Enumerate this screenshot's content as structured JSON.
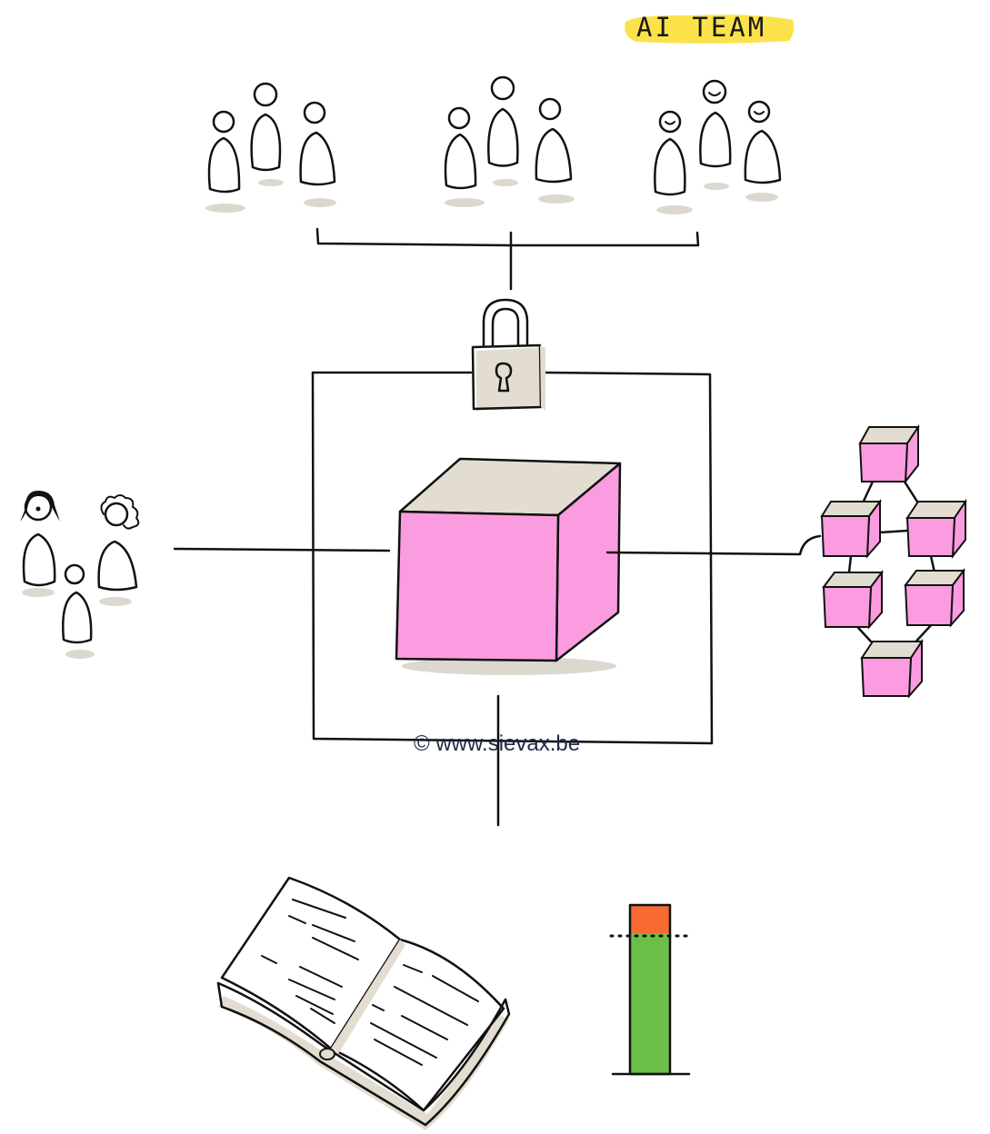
{
  "title_tag": "AI TEAM",
  "copyright": "© www.sievax.be",
  "colors": {
    "highlight": "#fbe24a",
    "cube_face": "#fb9ce0",
    "cube_top": "#e2ddd0",
    "shadow": "#dcd8cf",
    "bar_ok": "#6cc04a",
    "bar_over": "#f76a32",
    "line": "#111111"
  },
  "groups": {
    "top": [
      "team-group",
      "team-group",
      "team-group-smiling"
    ],
    "left": "user-group",
    "right": "connected-systems-network",
    "bottom": [
      "documentation-book-icon",
      "threshold-bar-icon"
    ]
  },
  "threshold_bar": {
    "fill_fraction": 0.93,
    "threshold_fraction": 0.83
  }
}
